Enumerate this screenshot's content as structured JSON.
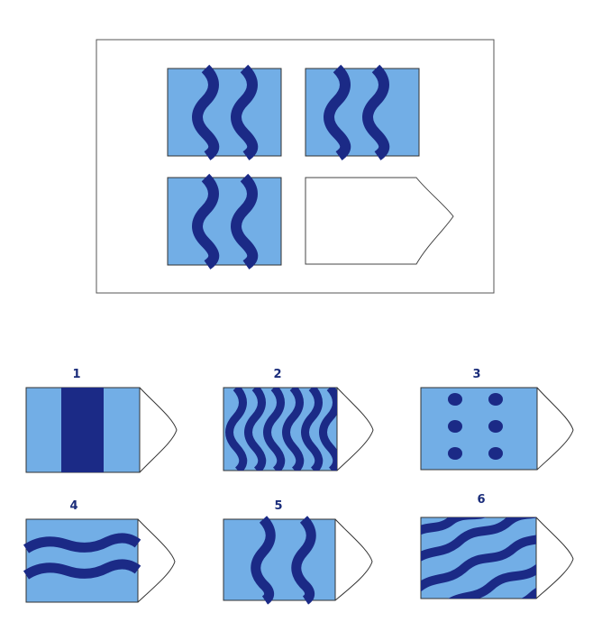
{
  "colors": {
    "tile_fill": "#72aee6",
    "stripe": "#1b2a86",
    "outline": "#333333",
    "background": "#ffffff"
  },
  "puzzle": {
    "tiles": [
      {
        "pattern": "two-vertical-waves"
      },
      {
        "pattern": "two-vertical-waves"
      },
      {
        "pattern": "two-vertical-waves"
      },
      {
        "pattern": "missing"
      }
    ]
  },
  "options": [
    {
      "label": "1",
      "pattern": "single-vertical-bar"
    },
    {
      "label": "2",
      "pattern": "many-vertical-waves"
    },
    {
      "label": "3",
      "pattern": "six-dots"
    },
    {
      "label": "4",
      "pattern": "two-horizontal-waves"
    },
    {
      "label": "5",
      "pattern": "two-vertical-waves"
    },
    {
      "label": "6",
      "pattern": "diagonal-waves"
    }
  ]
}
